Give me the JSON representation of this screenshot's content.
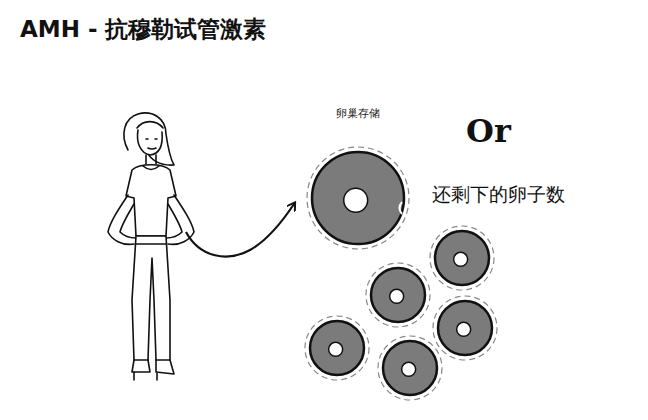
{
  "diagram": {
    "title": "AMH - 抗穆勒试管激素",
    "nodes": [
      {
        "text": [
          "卵巢存储"
        ]
      }
    ],
    "labels": [
      "Or",
      "还剩下的卵子数"
    ]
  }
}
